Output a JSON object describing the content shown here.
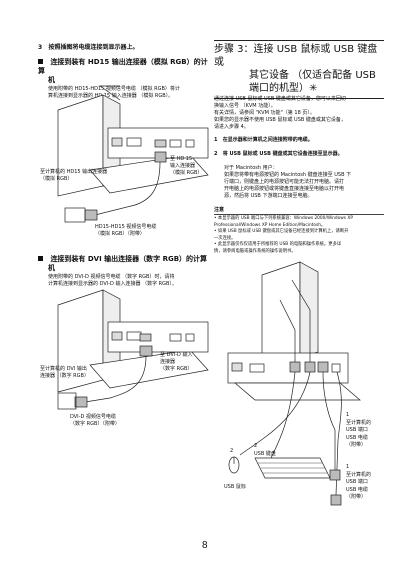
{
  "left": {
    "step3": {
      "num": "3",
      "text": "按照插图将电缆连接到显示器上。"
    },
    "sec1": {
      "title_l1": "连接到装有 HD15 输出连接器（模拟 RGB）的计算",
      "title_l2": "机",
      "body": [
        "使用附带的 HD15-HD15 视频信号电缆 （模拟 RGB）将计",
        "算机连接到显示器的 HD 15 输入连接器 （模拟 RGB）。"
      ],
      "labels": {
        "hd15_in": [
          "至 HD 15",
          "输入连接器",
          "（模拟 RGB）"
        ],
        "pc_out": [
          "至计算机的 HD15 输出连接器",
          "（模拟 RGB）"
        ],
        "cable": [
          "HD15-HD15 视频信号电缆",
          "（模拟 RGB）（附带）"
        ]
      }
    },
    "sec2": {
      "title_l1": "连接到装有 DVI 输出连接器（数字 RGB）的计算",
      "title_l2": "机",
      "body": [
        "使用附带的 DVI-D 视频信号电缆 （数字 RGB）时，请将",
        "计算机连接到显示器的 DVI-D 输入连接器 （数字 RGB）。"
      ],
      "labels": {
        "dvi_in": [
          "至 DVI-D 输入",
          "连接器",
          "（数字 RGB）"
        ],
        "pc_out": [
          "至计算机的 DVI 输出",
          "连接器 （数字 RGB）"
        ],
        "cable": [
          "DVI-D 视频信号电缆",
          "（数字 RGB）（附带）"
        ]
      }
    }
  },
  "right": {
    "heading": [
      "步骤 3：连接 USB 鼠标或 USB 键盘或",
      "其它设备 （仅适合配备 USB",
      "端口的机型）✳"
    ],
    "intro": [
      "通过连接 USB 鼠标或 USB 键盘或其它设备，您可以来回切",
      "换输入信号 （KVM 功能）。",
      "有关详情，请参阅 \"KVM 功能\"（第 18 页）。",
      "如果您的显示器不使用 USB 鼠标或 USB 键盘或其它设备，",
      "请进入步骤 4。"
    ],
    "steps": [
      {
        "num": "1",
        "text": "在显示器和计算机之间连接附带的电缆。"
      },
      {
        "num": "2",
        "text": "将 USB 鼠标或 USB 键盘或其它设备连接至显示器。"
      }
    ],
    "mac": [
      "对于 Macintosh 用户：",
      "如果您将带有电源按钮的 Macintosh 键盘连接至 USB 下",
      "行端口，则键盘上的电源按钮可能无法打开电脑。请打",
      "开电脑上的电源按钮或将键盘直接连接至电脑以打开电",
      "源，然后将 USB 下游端口连接至电脑。"
    ],
    "note_title": "注意",
    "notes": [
      "• 本显示器的 USB 端口与下列系统兼容：Windows 2000/Windows XP",
      "  Professional/Windows XP Home Edition/Macintosh。",
      "• 如果 USB 鼠标或 USB 键盘或其它设备已经连接到计算机上，请断开",
      "  一次连接。",
      "• 此显示器仅作仅适用于所推荐的 USB 的电脑和操作系统。更多详",
      "  情，请参阅电脑或操作系统的操作说明书。"
    ],
    "diagram": {
      "pc_label1": [
        "至计算机的",
        "USB 端口"
      ],
      "cable1": [
        "USB 电缆",
        "（附带）"
      ],
      "pc_label2": [
        "至计算机的",
        "USB 端口"
      ],
      "cable2": [
        "USB 电缆",
        "（附带）"
      ],
      "keyboard": "USB 键盘",
      "mouse": "USB 鼠标",
      "n1a": "1",
      "n1b": "1",
      "n2a": "2",
      "n2b": "2"
    }
  },
  "page_number": "8"
}
